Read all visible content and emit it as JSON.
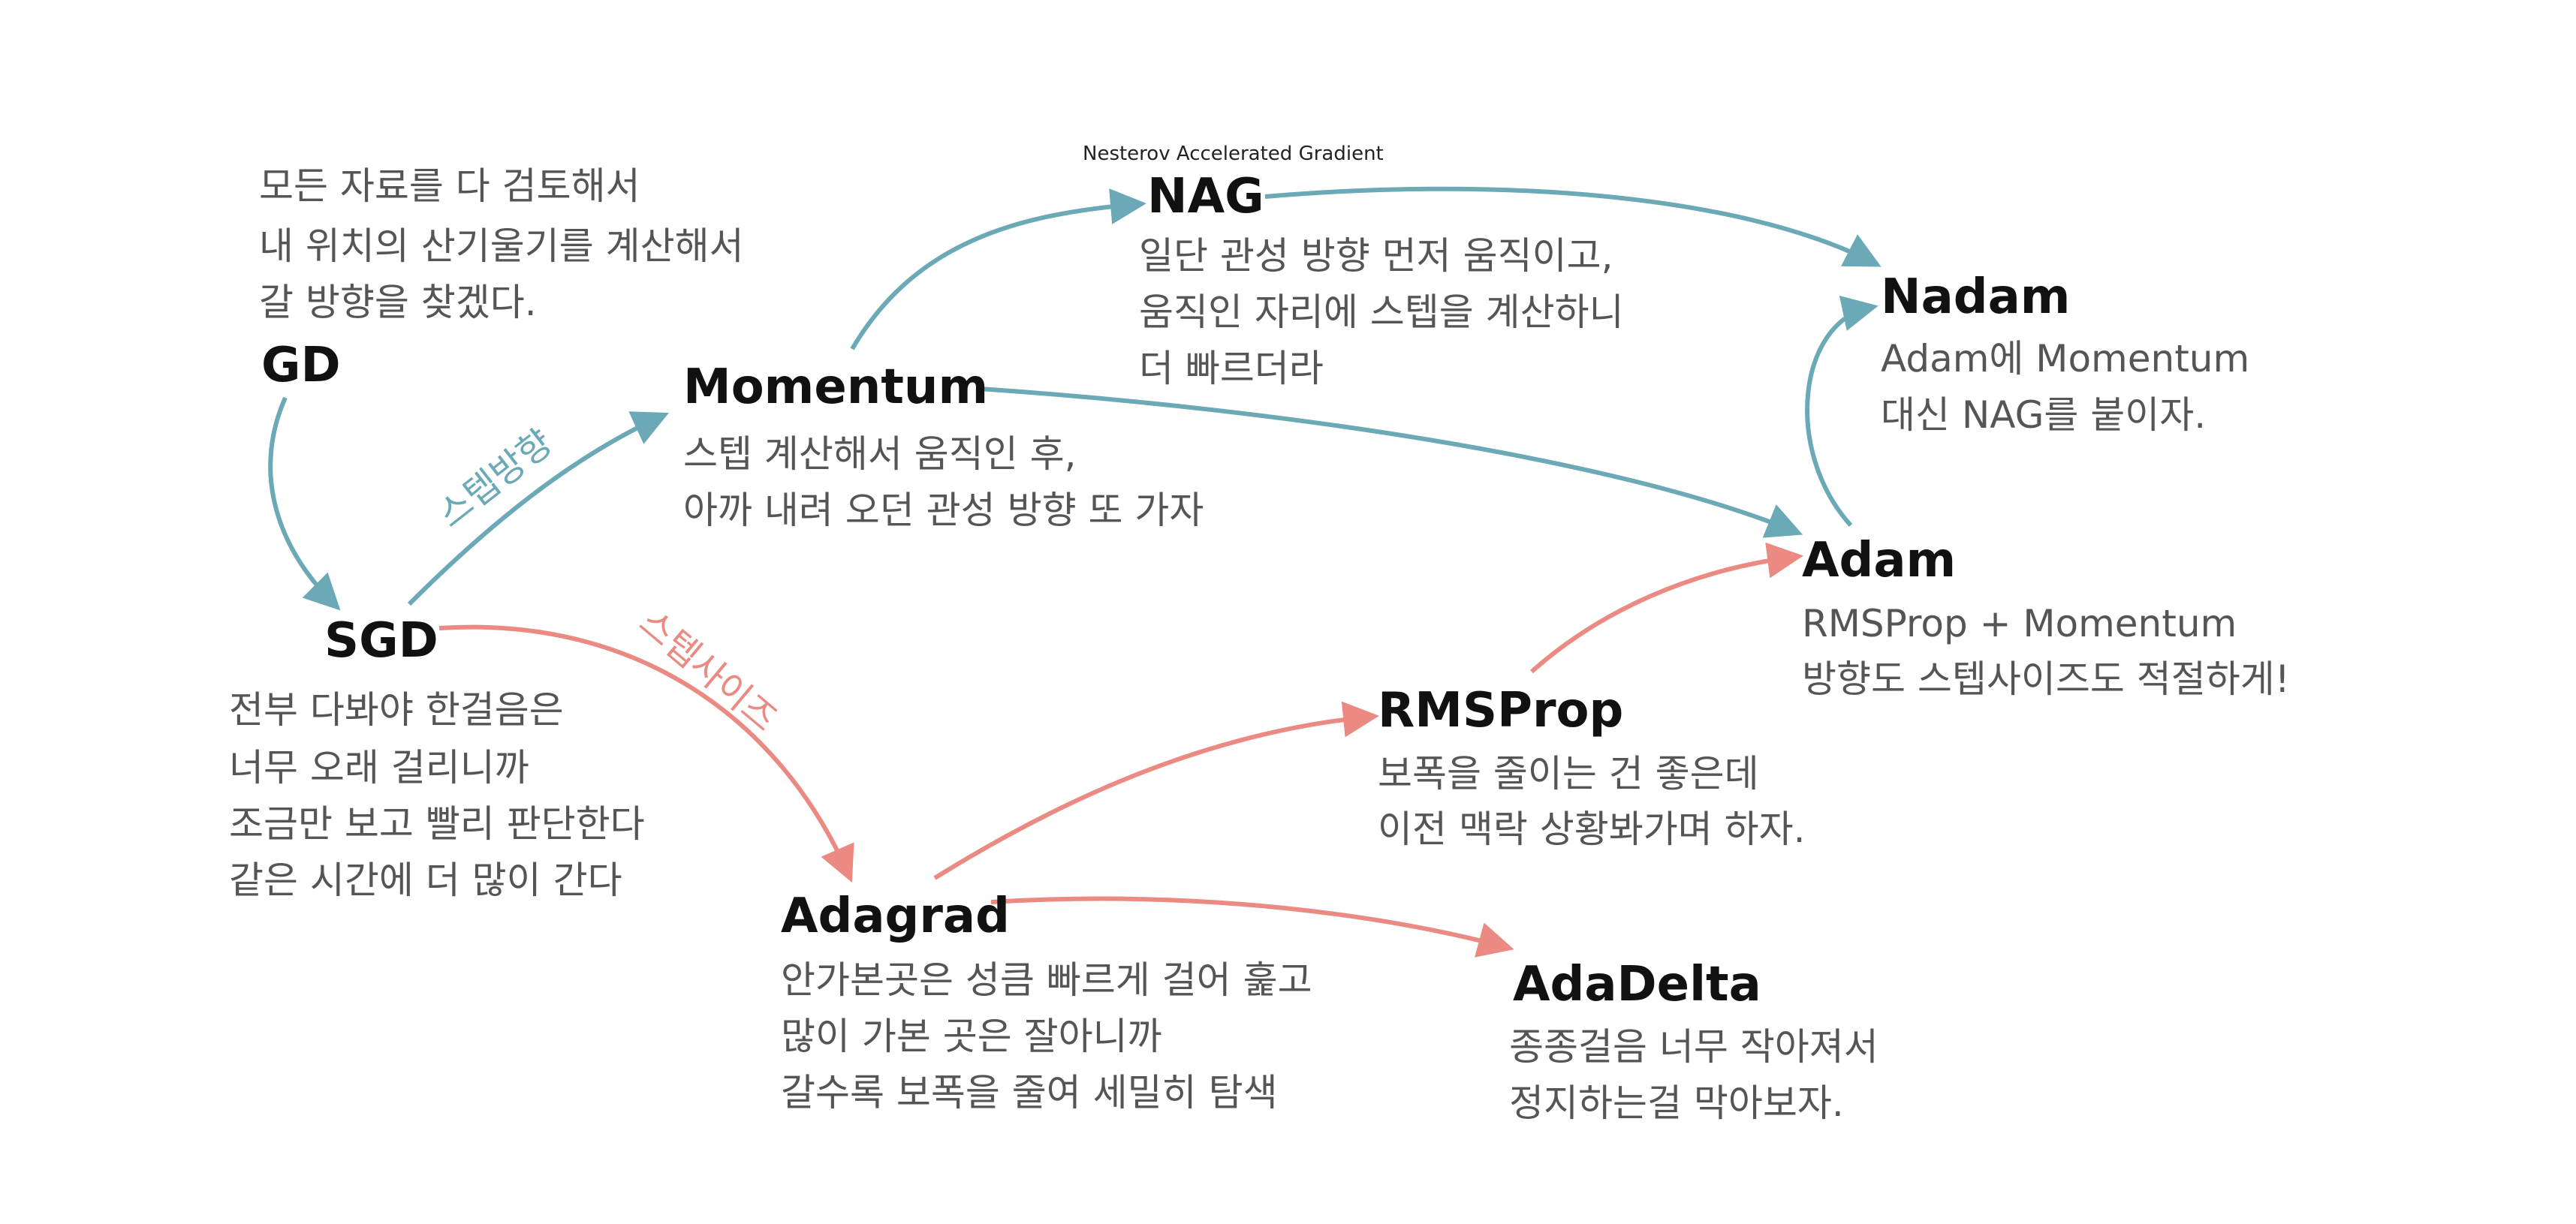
{
  "colors": {
    "direction": "#6aa9b5",
    "stepsize": "#ea8a82",
    "title": "#111111",
    "text": "#555555"
  },
  "nodes": {
    "gd": {
      "title": "GD",
      "desc": [
        "모든 자료를 다 검토해서",
        "내 위치의 산기울기를 계산해서",
        "갈 방향을 찾겠다."
      ]
    },
    "sgd": {
      "title": "SGD",
      "desc": [
        "전부 다봐야 한걸음은",
        "너무 오래 걸리니까",
        "조금만 보고 빨리 판단한다",
        "같은 시간에 더 많이 간다"
      ]
    },
    "momentum": {
      "title": "Momentum",
      "desc": [
        "스텝 계산해서 움직인 후,",
        "아까 내려 오던 관성 방향 또 가자"
      ]
    },
    "nag": {
      "title": "NAG",
      "subtitle": "Nesterov Accelerated Gradient",
      "desc": [
        "일단 관성 방향 먼저 움직이고,",
        "움직인 자리에 스텝을 계산하니",
        "더 빠르더라"
      ]
    },
    "nadam": {
      "title": "Nadam",
      "desc": [
        "Adam에 Momentum",
        "대신 NAG를 붙이자."
      ]
    },
    "adam": {
      "title": "Adam",
      "desc": [
        "RMSProp + Momentum",
        "방향도 스텝사이즈도 적절하게!"
      ]
    },
    "rmsprop": {
      "title": "RMSProp",
      "desc": [
        "보폭을 줄이는 건 좋은데",
        "이전 맥락 상황봐가며 하자."
      ]
    },
    "adagrad": {
      "title": "Adagrad",
      "desc": [
        "안가본곳은 성큼 빠르게 걸어 훑고",
        "많이 가본 곳은 잘아니까",
        "갈수록 보폭을 줄여 세밀히 탐색"
      ]
    },
    "adadelta": {
      "title": "AdaDelta",
      "desc": [
        "종종걸음 너무 작아져서",
        "정지하는걸 막아보자."
      ]
    }
  },
  "edge_labels": {
    "direction": "스텝방향",
    "stepsize": "스텝사이즈"
  }
}
